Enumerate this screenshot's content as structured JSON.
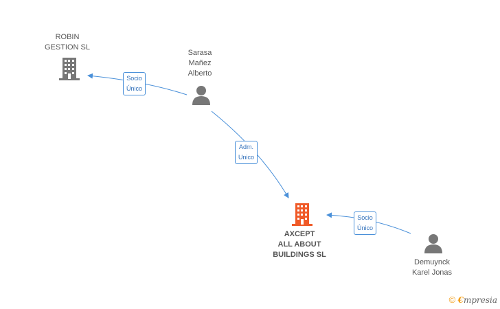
{
  "nodes": {
    "robin": {
      "label": "ROBIN\nGESTION SL",
      "type": "company",
      "color": "#777777"
    },
    "sarasa": {
      "label": "Sarasa\nMañez\nAlberto",
      "type": "person",
      "color": "#777777"
    },
    "axcept": {
      "label": "AXCEPT\nALL ABOUT\nBUILDINGS SL",
      "type": "company",
      "color": "#f05a28"
    },
    "demuynck": {
      "label": "Demuynck\nKarel Jonas",
      "type": "person",
      "color": "#777777"
    }
  },
  "edges": [
    {
      "from": "sarasa",
      "to": "robin",
      "line1": "Socio",
      "line2": "Único"
    },
    {
      "from": "sarasa",
      "to": "axcept",
      "line1": "Adm.",
      "line2": "Unico"
    },
    {
      "from": "demuynck",
      "to": "axcept",
      "line1": "Socio",
      "line2": "Único"
    }
  ],
  "footer": {
    "copyright": "©",
    "brand_initial": "€",
    "brand_rest": "mpresia"
  },
  "colors": {
    "edge": "#4a90d9",
    "edge_text": "#2f6fba"
  }
}
